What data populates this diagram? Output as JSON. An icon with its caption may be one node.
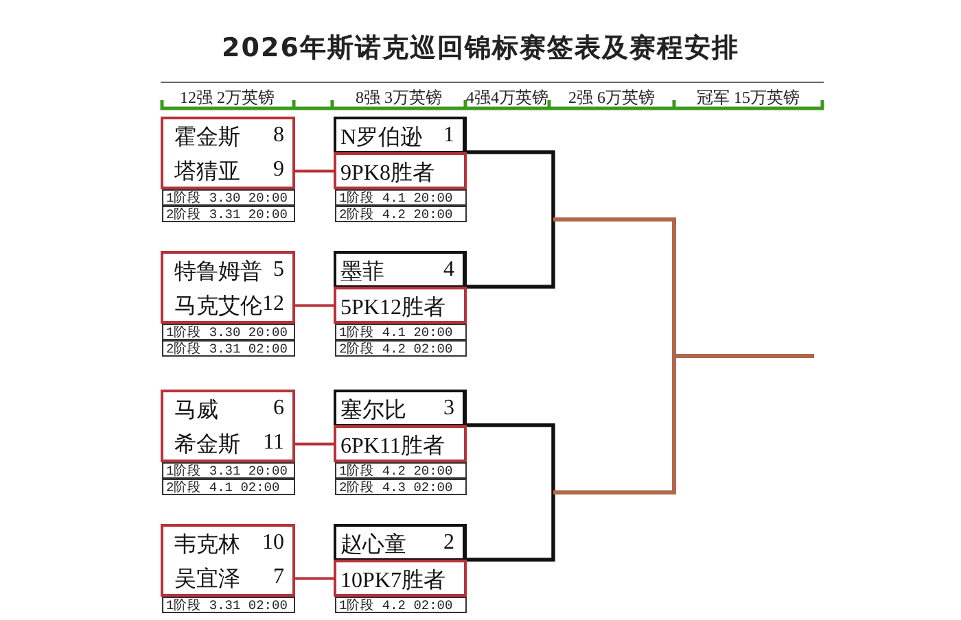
{
  "diagram": {
    "title": "2026年斯诺克巡回锦标赛签表及赛程安排",
    "nodes": [
      {
        "text": [
          "霍金斯",
          "8",
          "塔猜亚",
          "9"
        ],
        "beside": [
          "1阶段 3.30 20:00",
          "2阶段 3.31 20:00"
        ]
      },
      {
        "text": [
          "N罗伯逊",
          "1"
        ]
      },
      {
        "text": [
          "9PK8胜者"
        ],
        "beside": [
          "1阶段 4.1 20:00",
          "2阶段 4.2 20:00"
        ]
      },
      {
        "text": [
          "特鲁姆普",
          "5",
          "马克艾伦",
          "12"
        ],
        "beside": [
          "1阶段 3.30 20:00",
          "2阶段 3.31 02:00"
        ]
      },
      {
        "text": [
          "墨菲",
          "4"
        ]
      },
      {
        "text": [
          "5PK12胜者"
        ],
        "beside": [
          "1阶段 4.1 20:00",
          "2阶段 4.2 02:00"
        ]
      },
      {
        "text": [
          "马威",
          "6",
          "希金斯",
          "11"
        ],
        "beside": [
          "1阶段 3.31 20:00",
          "2阶段 4.1 02:00"
        ]
      },
      {
        "text": [
          "塞尔比",
          "3"
        ]
      },
      {
        "text": [
          "6PK11胜者"
        ],
        "beside": [
          "1阶段 4.2 20:00",
          "2阶段 4.3 02:00"
        ]
      },
      {
        "text": [
          "韦克林",
          "10",
          "吴宜泽",
          "7"
        ],
        "beside": [
          "1阶段 3.31 02:00"
        ]
      },
      {
        "text": [
          "赵心童",
          "2"
        ]
      },
      {
        "text": [
          "10PK7胜者"
        ],
        "beside": [
          "1阶段 4.2 02:00"
        ]
      }
    ],
    "edges": [
      {
        "from": 0,
        "to": 2,
        "arrow": "none",
        "color": "#b8323a"
      },
      {
        "from": 1,
        "to": null,
        "arrow": "none"
      },
      {
        "from": 2,
        "to": null,
        "arrow": "none"
      },
      {
        "from": 3,
        "to": 5,
        "arrow": "none",
        "color": "#b8323a"
      },
      {
        "from": 4,
        "to": null,
        "arrow": "none"
      },
      {
        "from": 5,
        "to": null,
        "arrow": "none"
      },
      {
        "from": 6,
        "to": 8,
        "arrow": "none",
        "color": "#b8323a"
      },
      {
        "from": 7,
        "to": null,
        "arrow": "none"
      },
      {
        "from": 8,
        "to": null,
        "arrow": "none"
      },
      {
        "from": 9,
        "to": 11,
        "arrow": "none",
        "color": "#b8323a"
      },
      {
        "from": 10,
        "to": null,
        "arrow": "none"
      },
      {
        "from": 11,
        "to": null,
        "arrow": "none"
      }
    ],
    "labels": [
      "12强 2万英镑",
      "8强 3万英镑",
      "4强4万英镑",
      "2强 6万英镑",
      "冠军 15万英镑"
    ]
  }
}
